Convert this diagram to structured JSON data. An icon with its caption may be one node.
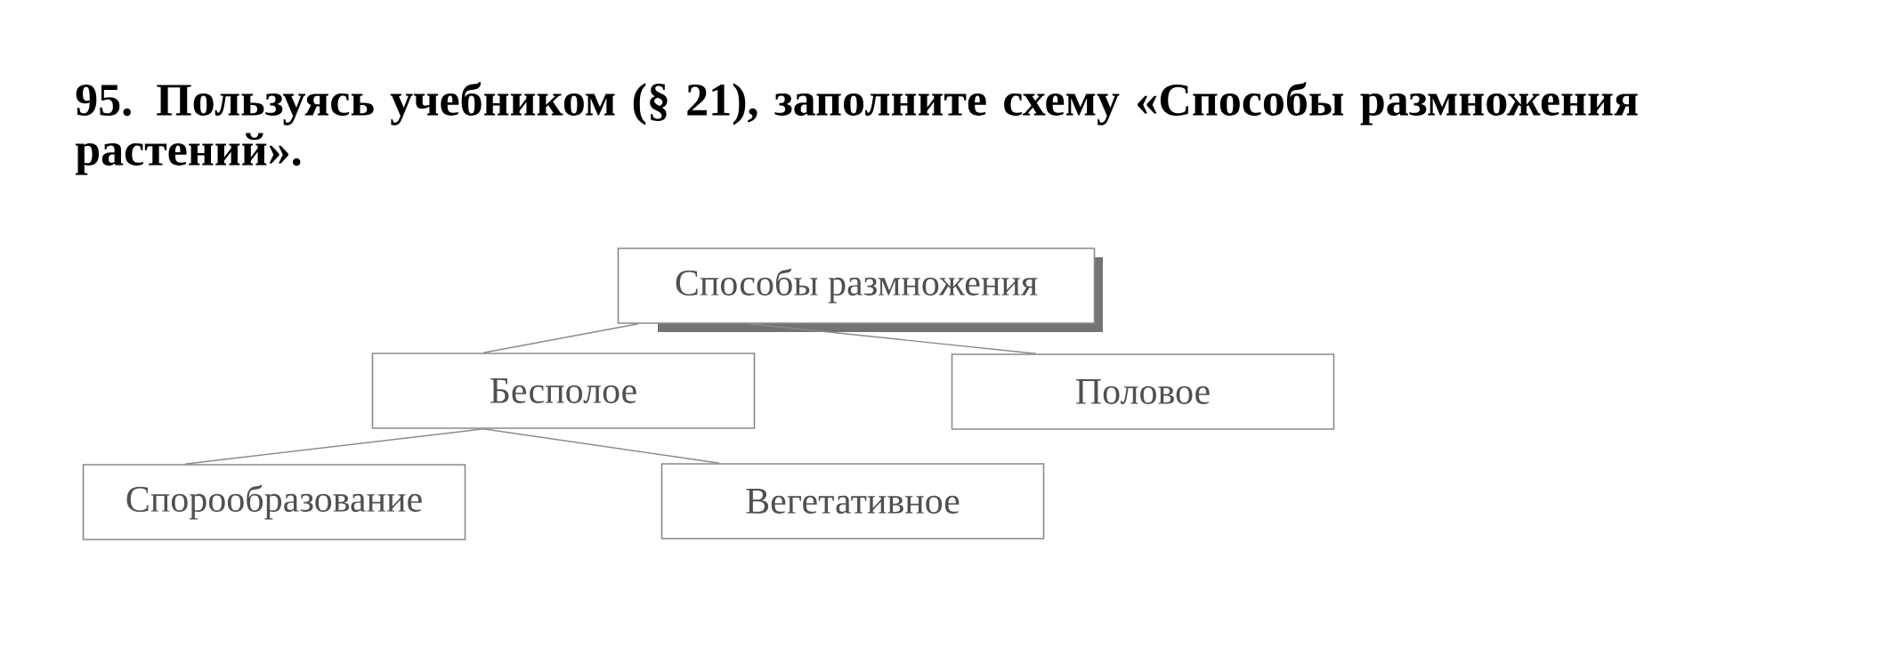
{
  "diagram": {
    "title": "95. Пользуясь учебником (§ 21), заполните схему «Способы размножения растений».",
    "nodes": [
      {
        "text": [
          "Способы размножения"
        ]
      },
      {
        "text": [
          "Бесполое"
        ]
      },
      {
        "text": [
          "Половое"
        ]
      },
      {
        "text": [
          "Спорообразование"
        ]
      },
      {
        "text": [
          "Вегетативное"
        ]
      }
    ],
    "edges": [
      {
        "from": 0,
        "to": 1,
        "arrow": "none"
      },
      {
        "from": 0,
        "to": 2,
        "arrow": "none"
      },
      {
        "from": 1,
        "to": 3,
        "arrow": "none"
      },
      {
        "from": 1,
        "to": 4,
        "arrow": "none"
      }
    ]
  }
}
